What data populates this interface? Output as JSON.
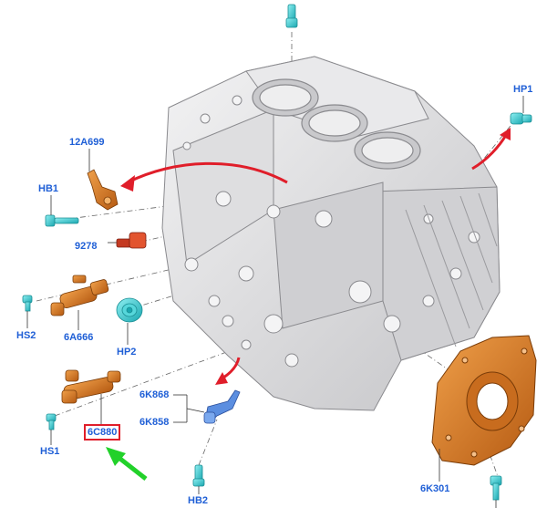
{
  "labels": {
    "12a699": "12A699",
    "hb1": "HB1",
    "9278": "9278",
    "hs2": "HS2",
    "6a666": "6A666",
    "hp2": "HP2",
    "hs1": "HS1",
    "6c880": "6C880",
    "6k868": "6K868",
    "6k858": "6K858",
    "hb2": "HB2",
    "hp1": "HP1",
    "6k301": "6K301"
  },
  "highlighted_part": "6C880",
  "colors": {
    "label_text": "#1f5fd6",
    "part_orange": "#d87a2a",
    "fastener_cyan": "#2ec9cf",
    "bracket_blue": "#5b8ee0",
    "arrow_red": "#e01e2a",
    "pointer_green": "#22d12a",
    "block_gray": "#d7d7d9"
  }
}
